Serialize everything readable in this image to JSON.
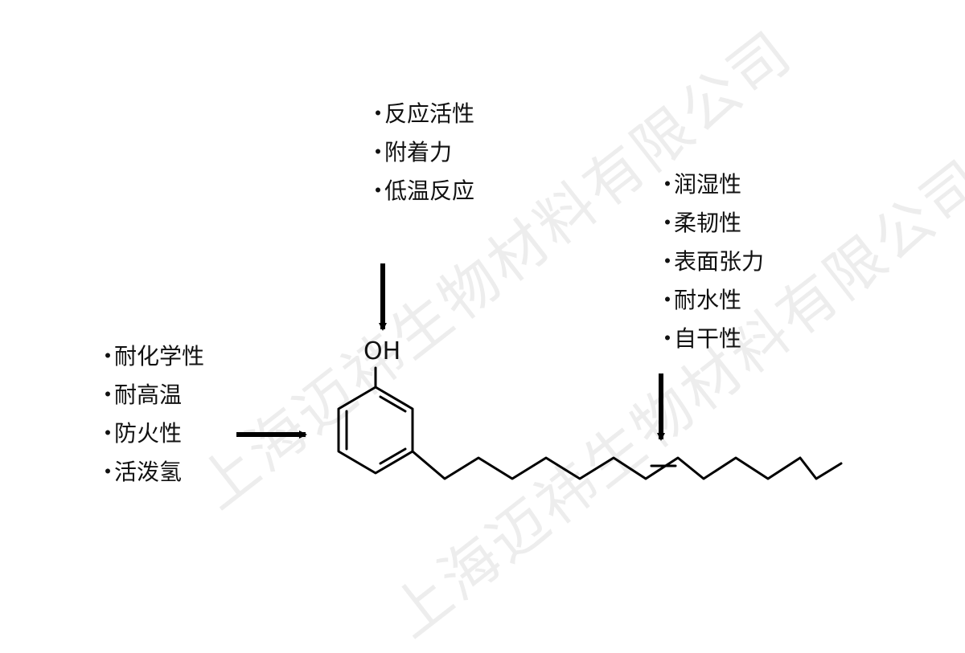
{
  "watermark": "上海迈祎生物材料有限公司",
  "lists": {
    "left": [
      "耐化学性",
      "耐高温",
      "防火性",
      "活泼氢"
    ],
    "top": [
      "反应活性",
      "附着力",
      "低温反应"
    ],
    "right": [
      "润湿性",
      "柔韧性",
      "表面张力",
      "耐水性",
      "自干性"
    ]
  },
  "bullet": "・",
  "molecule": {
    "oh_label": "OH"
  }
}
